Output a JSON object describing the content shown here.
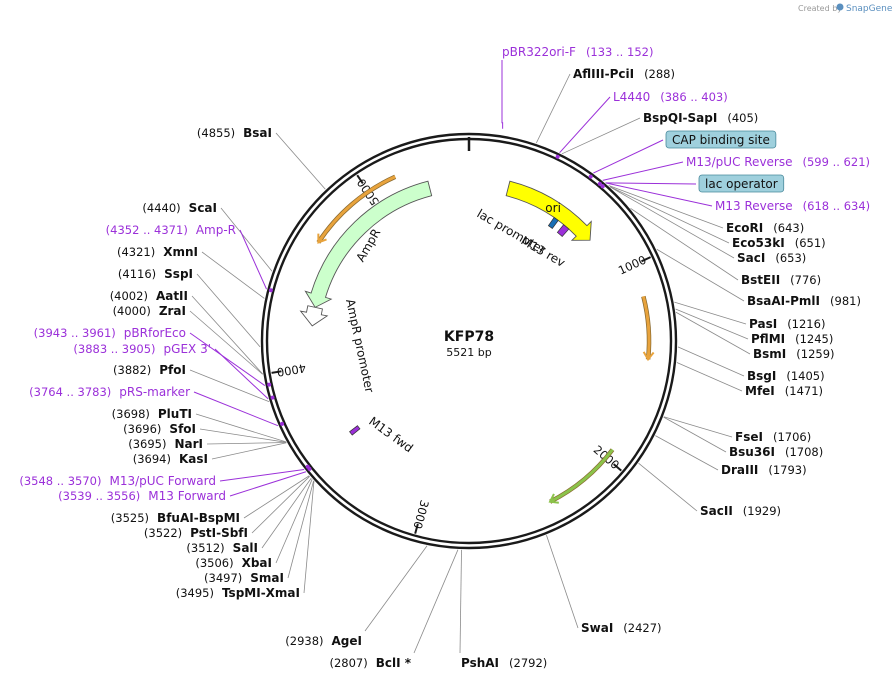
{
  "watermark": {
    "prefix": "Created by",
    "brand": "SnapGene"
  },
  "plasmid": {
    "name": "KFP78",
    "length_label": "5521 bp",
    "length": 5521
  },
  "tick_marks": [
    {
      "pos": 1000,
      "label": "1000"
    },
    {
      "pos": 2000,
      "label": "2000"
    },
    {
      "pos": 3000,
      "label": "3000"
    },
    {
      "pos": 4000,
      "label": "4000"
    },
    {
      "pos": 5000,
      "label": "5000"
    }
  ],
  "annotations_right": [
    {
      "kind": "feature",
      "name": "pBR322ori-F",
      "pos_text": "(133 .. 152)",
      "site": 142,
      "leader_style": "bracket"
    },
    {
      "kind": "enzyme",
      "name": "AflIII",
      "name2": "PciI",
      "pos_text": "(288)",
      "site": 288
    },
    {
      "kind": "feature",
      "name": "L4440",
      "pos_text": "(386 .. 403)",
      "site": 394
    },
    {
      "kind": "enzyme",
      "name": "BspQI",
      "name2": "SapI",
      "pos_text": "(405)",
      "site": 405
    },
    {
      "kind": "box",
      "name": "CAP binding site",
      "site": 560
    },
    {
      "kind": "feature",
      "name": "M13/pUC Reverse",
      "pos_text": "(599 .. 621)",
      "site": 610
    },
    {
      "kind": "box",
      "name": "lac operator",
      "site": 626
    },
    {
      "kind": "feature",
      "name": "M13 Reverse",
      "pos_text": "(618 .. 634)",
      "site": 626
    },
    {
      "kind": "enzyme",
      "name": "EcoRI",
      "pos_text": "(643)",
      "site": 643
    },
    {
      "kind": "enzyme",
      "name": "Eco53kI",
      "pos_text": "(651)",
      "site": 651
    },
    {
      "kind": "enzyme",
      "name": "SacI",
      "pos_text": "(653)",
      "site": 653
    },
    {
      "kind": "enzyme",
      "name": "BstEII",
      "pos_text": "(776)",
      "site": 776
    },
    {
      "kind": "enzyme",
      "name": "BsaAI",
      "name2": "PmlI",
      "pos_text": "(981)",
      "site": 981
    },
    {
      "kind": "enzyme",
      "name": "PasI",
      "pos_text": "(1216)",
      "site": 1216
    },
    {
      "kind": "enzyme",
      "name": "PflMI",
      "pos_text": "(1245)",
      "site": 1245
    },
    {
      "kind": "enzyme",
      "name": "BsmI",
      "pos_text": "(1259)",
      "site": 1259
    },
    {
      "kind": "enzyme",
      "name": "BsgI",
      "pos_text": "(1405)",
      "site": 1405
    },
    {
      "kind": "enzyme",
      "name": "MfeI",
      "pos_text": "(1471)",
      "site": 1471
    },
    {
      "kind": "enzyme",
      "name": "FseI",
      "pos_text": "(1706)",
      "site": 1706
    },
    {
      "kind": "enzyme",
      "name": "Bsu36I",
      "pos_text": "(1708)",
      "site": 1708
    },
    {
      "kind": "enzyme",
      "name": "DraIII",
      "pos_text": "(1793)",
      "site": 1793
    },
    {
      "kind": "enzyme",
      "name": "SacII",
      "pos_text": "(1929)",
      "site": 1929
    },
    {
      "kind": "enzyme",
      "name": "SwaI",
      "pos_text": "(2427)",
      "site": 2427
    }
  ],
  "annotations_bottom": [
    {
      "kind": "enzyme",
      "name": "PshAI",
      "pos_text": "(2792)",
      "site": 2792
    },
    {
      "kind": "enzyme",
      "name": "AgeI",
      "pos_text": "(2938)",
      "site": 2938
    },
    {
      "kind": "enzyme",
      "name": "BclI *",
      "pos_text": "(2807)",
      "site": 2807
    }
  ],
  "annotations_left": [
    {
      "kind": "enzyme",
      "name": "BsaI",
      "pos_text": "(4855)",
      "site": 4855
    },
    {
      "kind": "enzyme",
      "name": "ScaI",
      "pos_text": "(4440)",
      "site": 4440
    },
    {
      "kind": "feature",
      "name": "Amp-R",
      "pos_text": "(4352 .. 4371)",
      "site": 4361
    },
    {
      "kind": "enzyme",
      "name": "XmnI",
      "pos_text": "(4321)",
      "site": 4321
    },
    {
      "kind": "enzyme",
      "name": "SspI",
      "pos_text": "(4116)",
      "site": 4116
    },
    {
      "kind": "enzyme",
      "name": "AatII",
      "pos_text": "(4002)",
      "site": 4002
    },
    {
      "kind": "enzyme",
      "name": "ZraI",
      "pos_text": "(4000)",
      "site": 4000
    },
    {
      "kind": "feature",
      "name": "pBRforEco",
      "pos_text": "(3943 .. 3961)",
      "site": 3952
    },
    {
      "kind": "feature",
      "name": "pGEX 3'",
      "pos_text": "(3883 .. 3905)",
      "site": 3894
    },
    {
      "kind": "enzyme",
      "name": "PfoI",
      "pos_text": "(3882)",
      "site": 3882
    },
    {
      "kind": "feature",
      "name": "pRS-marker",
      "pos_text": "(3764 .. 3783)",
      "site": 3774
    },
    {
      "kind": "enzyme",
      "name": "PluTI",
      "pos_text": "(3698)",
      "site": 3698
    },
    {
      "kind": "enzyme",
      "name": "SfoI",
      "pos_text": "(3696)",
      "site": 3696
    },
    {
      "kind": "enzyme",
      "name": "NarI",
      "pos_text": "(3695)",
      "site": 3695
    },
    {
      "kind": "enzyme",
      "name": "KasI",
      "pos_text": "(3694)",
      "site": 3694
    },
    {
      "kind": "feature",
      "name": "M13/pUC Forward",
      "pos_text": "(3548 .. 3570)",
      "site": 3559
    },
    {
      "kind": "feature",
      "name": "M13 Forward",
      "pos_text": "(3539 .. 3556)",
      "site": 3547
    },
    {
      "kind": "enzyme",
      "name": "BfuAI",
      "name2": "BspMI",
      "pos_text": "(3525)",
      "site": 3525
    },
    {
      "kind": "enzyme",
      "name": "PstI",
      "name2": "SbfI",
      "pos_text": "(3522)",
      "site": 3522
    },
    {
      "kind": "enzyme",
      "name": "SalI",
      "pos_text": "(3512)",
      "site": 3512
    },
    {
      "kind": "enzyme",
      "name": "XbaI",
      "pos_text": "(3506)",
      "site": 3506
    },
    {
      "kind": "enzyme",
      "name": "SmaI",
      "pos_text": "(3497)",
      "site": 3497
    },
    {
      "kind": "enzyme",
      "name": "TspMI",
      "name2": "XmaI",
      "pos_text": "(3495)",
      "site": 3495
    }
  ],
  "inner_features": [
    {
      "name": "ori",
      "start": 220,
      "end": 770,
      "color": "#ffff00",
      "direction": "cw",
      "style": "thick"
    },
    {
      "name": "AmpR",
      "start": 4330,
      "end": 5300,
      "color": "#ccffcc",
      "direction": "ccw",
      "style": "thick"
    },
    {
      "name": "AmpR promoter",
      "start": 4225,
      "end": 4330,
      "color": "#ffffff",
      "direction": "ccw",
      "style": "thick"
    },
    {
      "name": "lac promoter",
      "start": 530,
      "end": 560,
      "color": "#1a6fb5",
      "direction": "cw",
      "style": "small"
    },
    {
      "name": "M13 rev",
      "start": 600,
      "end": 640,
      "color": "#9b30d9",
      "direction": "cw",
      "style": "small"
    },
    {
      "name": "M13 fwd",
      "start": 3545,
      "end": 3570,
      "color": "#9b30d9",
      "direction": "ccw",
      "style": "small"
    }
  ],
  "orf_arcs": [
    {
      "start": 1160,
      "end": 1470,
      "color": "#e8a33c",
      "direction": "cw"
    },
    {
      "start": 1950,
      "end": 2350,
      "color": "#8bc34a",
      "direction": "cw"
    },
    {
      "start": 4650,
      "end": 5150,
      "color": "#e8a33c",
      "direction": "ccw"
    }
  ],
  "colors": {
    "backbone": "#1a1a1a",
    "feature_text": "#9b30d9",
    "box_fill": "#9fd0dd",
    "box_stroke": "#4a8a9c"
  }
}
